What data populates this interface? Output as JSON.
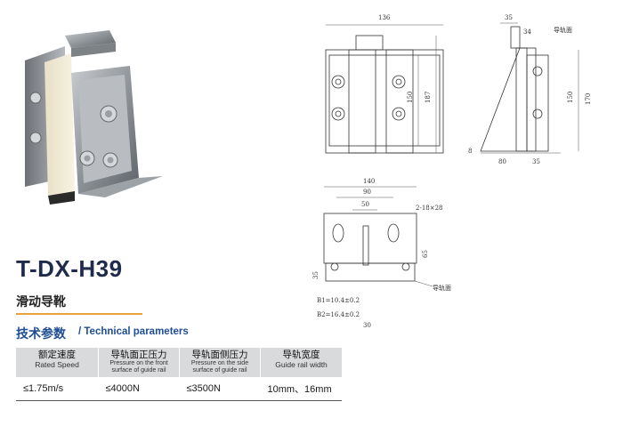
{
  "product": {
    "model": "T-DX-H39",
    "name": "滑动导靴"
  },
  "params": {
    "heading": "技术参数",
    "heading_en": "/ Technical parameters",
    "columns": [
      {
        "cn": "额定速度",
        "en": "Rated Speed"
      },
      {
        "cn": "导轨面正压力",
        "en": "Pressure on the front surface of guide rail"
      },
      {
        "cn": "导轨面侧压力",
        "en": "Pressure on the side surface of guide rail"
      },
      {
        "cn": "导轨宽度",
        "en": "Guide rail width"
      }
    ],
    "row": [
      "≤1.75m/s",
      "≤4000N",
      "≤3500N",
      "10mm、16mm"
    ]
  },
  "drawings": {
    "front": {
      "width": "136",
      "height_inner": "150",
      "height_outer": "187"
    },
    "side": {
      "top_width": "35",
      "offset": "34",
      "label": "导轨面",
      "h1": "150",
      "h2": "170",
      "base": "80",
      "right": "35",
      "small": "8"
    },
    "top": {
      "w1": "140",
      "w2": "90",
      "w3": "50",
      "hole": "2-18×28",
      "depth": "65",
      "h": "35",
      "b1": "B1=10.4±0.2",
      "b2": "B2=16.4±0.2",
      "slot": "30",
      "label": "导轨面"
    }
  }
}
